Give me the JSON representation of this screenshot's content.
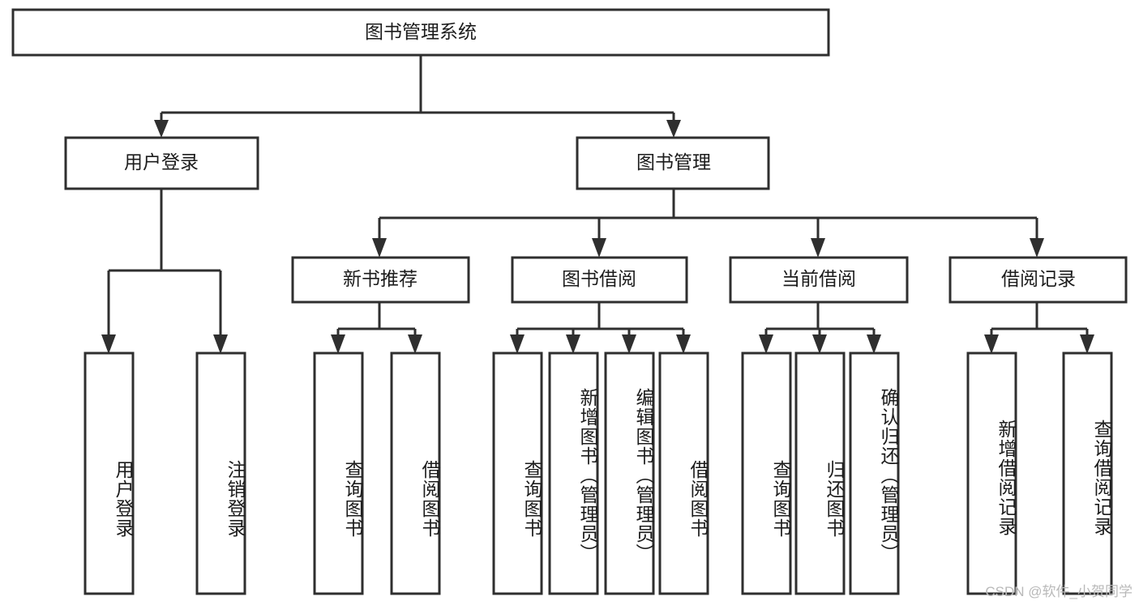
{
  "diagram": {
    "title": "图书管理系统",
    "type": "tree",
    "watermark": "CSDN @软件_小贺同学",
    "colors": {
      "stroke": "#2f2f2f",
      "fill": "#ffffff",
      "text": "#1c1c1c",
      "watermark": "#b9b9b9",
      "background": "#ffffff"
    },
    "levels": {
      "root": {
        "label": "图书管理系统"
      },
      "level2": [
        {
          "label": "用户登录"
        },
        {
          "label": "图书管理"
        }
      ],
      "level3": [
        {
          "label": "新书推荐"
        },
        {
          "label": "图书借阅"
        },
        {
          "label": "当前借阅"
        },
        {
          "label": "借阅记录"
        }
      ],
      "leaves": [
        {
          "label": "用户登录",
          "parent": "用户登录"
        },
        {
          "label": "注销登录",
          "parent": "用户登录"
        },
        {
          "label": "查询图书",
          "parent": "新书推荐"
        },
        {
          "label": "借阅图书",
          "parent": "新书推荐"
        },
        {
          "label": "查询图书",
          "parent": "图书借阅"
        },
        {
          "label": "新增图书（管理员）",
          "parent": "图书借阅"
        },
        {
          "label": "编辑图书（管理员）",
          "parent": "图书借阅"
        },
        {
          "label": "借阅图书",
          "parent": "图书借阅"
        },
        {
          "label": "查询图书",
          "parent": "当前借阅"
        },
        {
          "label": "归还图书",
          "parent": "当前借阅"
        },
        {
          "label": "确认归还（管理员）",
          "parent": "当前借阅"
        },
        {
          "label": "新增借阅记录",
          "parent": "借阅记录"
        },
        {
          "label": "查询借阅记录",
          "parent": "借阅记录"
        }
      ]
    }
  }
}
